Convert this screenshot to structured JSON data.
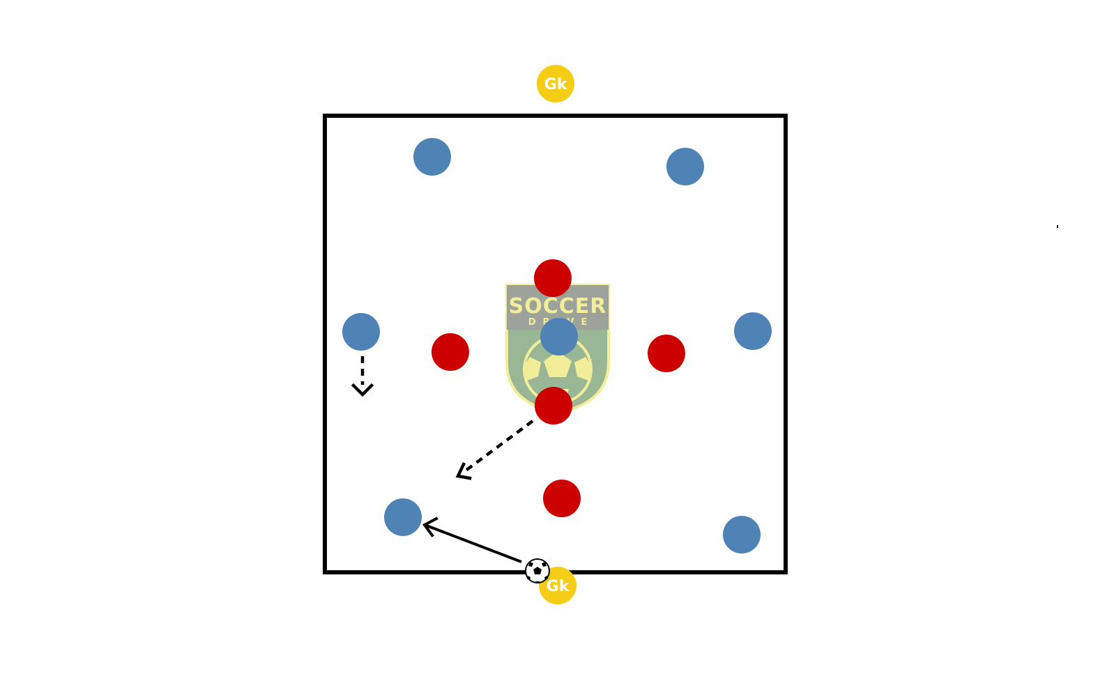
{
  "colors": {
    "field_line": "#000000",
    "blue_team": "#5083b5",
    "red_team": "#cc0000",
    "goalkeeper": "#f5cd17",
    "logo_green": "#8fb08a",
    "logo_gray": "#939a90",
    "logo_yellow": "#f1ec8f"
  },
  "logo": {
    "word": "SOCCER",
    "sub": "DRIVE"
  },
  "goalkeepers": {
    "top_label": "Gk",
    "bottom_label": "Gk"
  },
  "icons": {
    "ball": "soccer-ball-icon",
    "pass_arrow": "solid-arrow",
    "run_arrow": "dashed-arrow"
  }
}
